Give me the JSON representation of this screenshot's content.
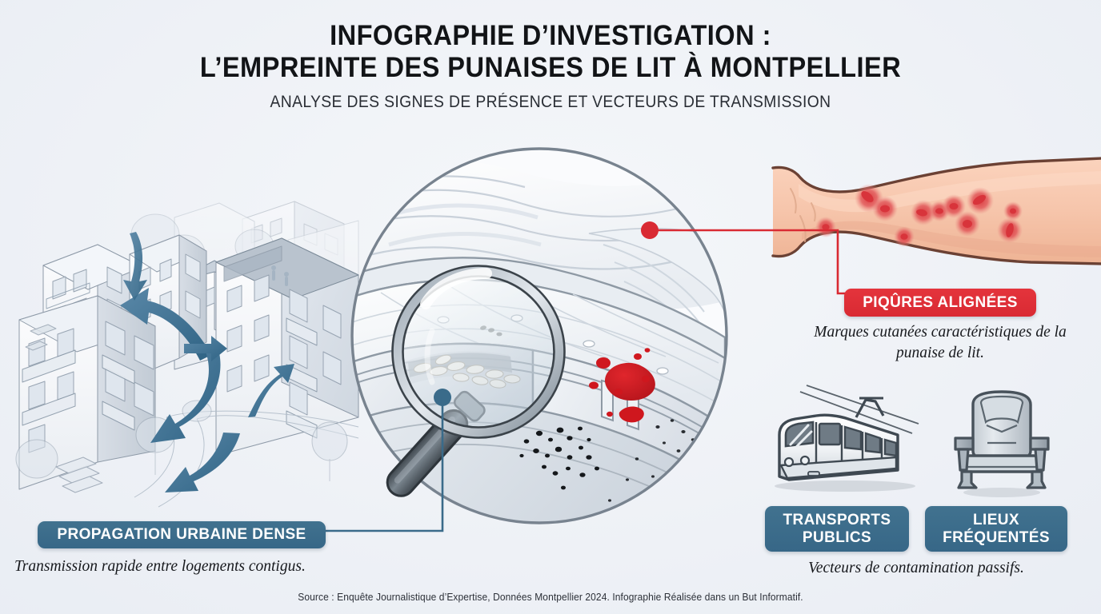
{
  "header": {
    "title_line1": "INFOGRAPHIE D’INVESTIGATION :",
    "title_line2": "L’EMPREINTE DES PUNAISES DE LIT À MONTPELLIER",
    "subtitle": "ANALYSE DES SIGNES DE PRÉSENCE ET VECTEURS DE TRANSMISSION"
  },
  "colors": {
    "background": "#eef1f6",
    "accent_red": "#d92a33",
    "accent_blue": "#3a6b8a",
    "ink": "#121417",
    "outline_gray": "#6b7b88"
  },
  "callouts": [
    {
      "id": "bites",
      "badge_label": "PIQÛRES ALIGNÉES",
      "badge_color": "#d92a33",
      "caption": "Marques cutanées caractéristiques\nde la punaise de lit.",
      "illustration": "forearm-with-bite-marks"
    },
    {
      "id": "urban",
      "badge_label": "PROPAGATION URBAINE DENSE",
      "badge_color": "#3a6b8a",
      "caption": "Transmission rapide entre logements contigus.",
      "illustration": "isometric-city-blocks-with-arrows"
    },
    {
      "id": "transport",
      "badge_label": "TRANSPORTS\nPUBLICS",
      "badge_color": "#3a6b8a",
      "illustration": "tram-icon"
    },
    {
      "id": "venues",
      "badge_label": "LIEUX\nFRÉQUENTÉS",
      "badge_color": "#3a6b8a",
      "illustration": "theater-seat-icon"
    }
  ],
  "vectors_caption": "Vecteurs de contamination passifs.",
  "center_scene": {
    "illustration": "mattress-corner-with-magnifier",
    "evidence": [
      "blood-stains",
      "black-fecal-spots",
      "eggs-in-seam"
    ]
  },
  "footer": {
    "source": "Source : Enquête Journalistique d’Expertise, Données Montpellier 2024. Infographie Réalisée dans un But Informatif."
  }
}
